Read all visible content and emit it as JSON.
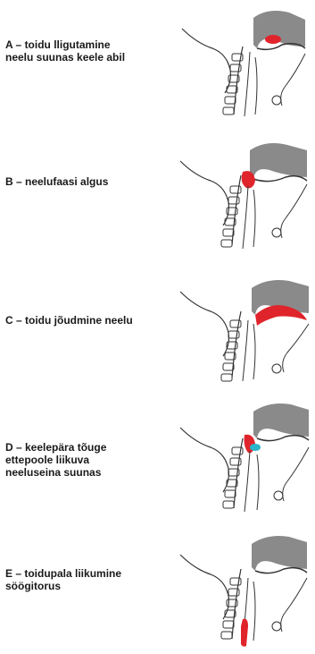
{
  "stages": [
    {
      "label": "A – toidu lligutamine\nneelu suunas keele abil"
    },
    {
      "label": "B – neelufaasi algus"
    },
    {
      "label": "C – toidu jõudmine neelu"
    },
    {
      "label": "D – keelepära tõuge\nettepoole liikuva\nneeluseina suunas"
    },
    {
      "label": "E – toidupala liikumine\nsöögitorus"
    }
  ],
  "colors": {
    "bolus": "#e0242b",
    "highlight": "#2bb5c8",
    "palate": "#8a8a8a",
    "outline": "#333333"
  }
}
